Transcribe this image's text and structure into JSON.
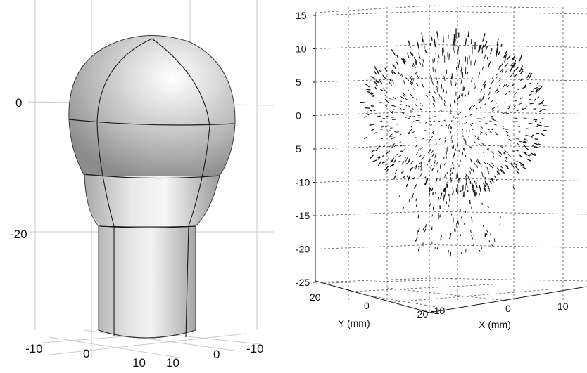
{
  "left_view": {
    "vertical_ticks": [
      "0",
      "-20"
    ],
    "bottom_ticks_left": [
      "-10",
      "0",
      "10"
    ],
    "bottom_ticks_right": [
      "10",
      "0",
      "-10"
    ]
  },
  "right_view": {
    "z_ticks": [
      "15",
      "10",
      "5",
      "0",
      "5",
      "-10",
      "-15",
      "-20",
      "-25"
    ],
    "y_ticks": [
      "20",
      "0",
      "-20"
    ],
    "x_ticks": [
      "-10",
      "0",
      "10"
    ],
    "y_axis_label": "Y (mm)",
    "x_axis_label": "X (mm)"
  },
  "colors": {
    "surface_light": "#f4f4f4",
    "surface_mid": "#bdbdbd",
    "surface_dark": "#8a8a8a",
    "edge": "#1a1a1a",
    "vector": "#111111"
  }
}
